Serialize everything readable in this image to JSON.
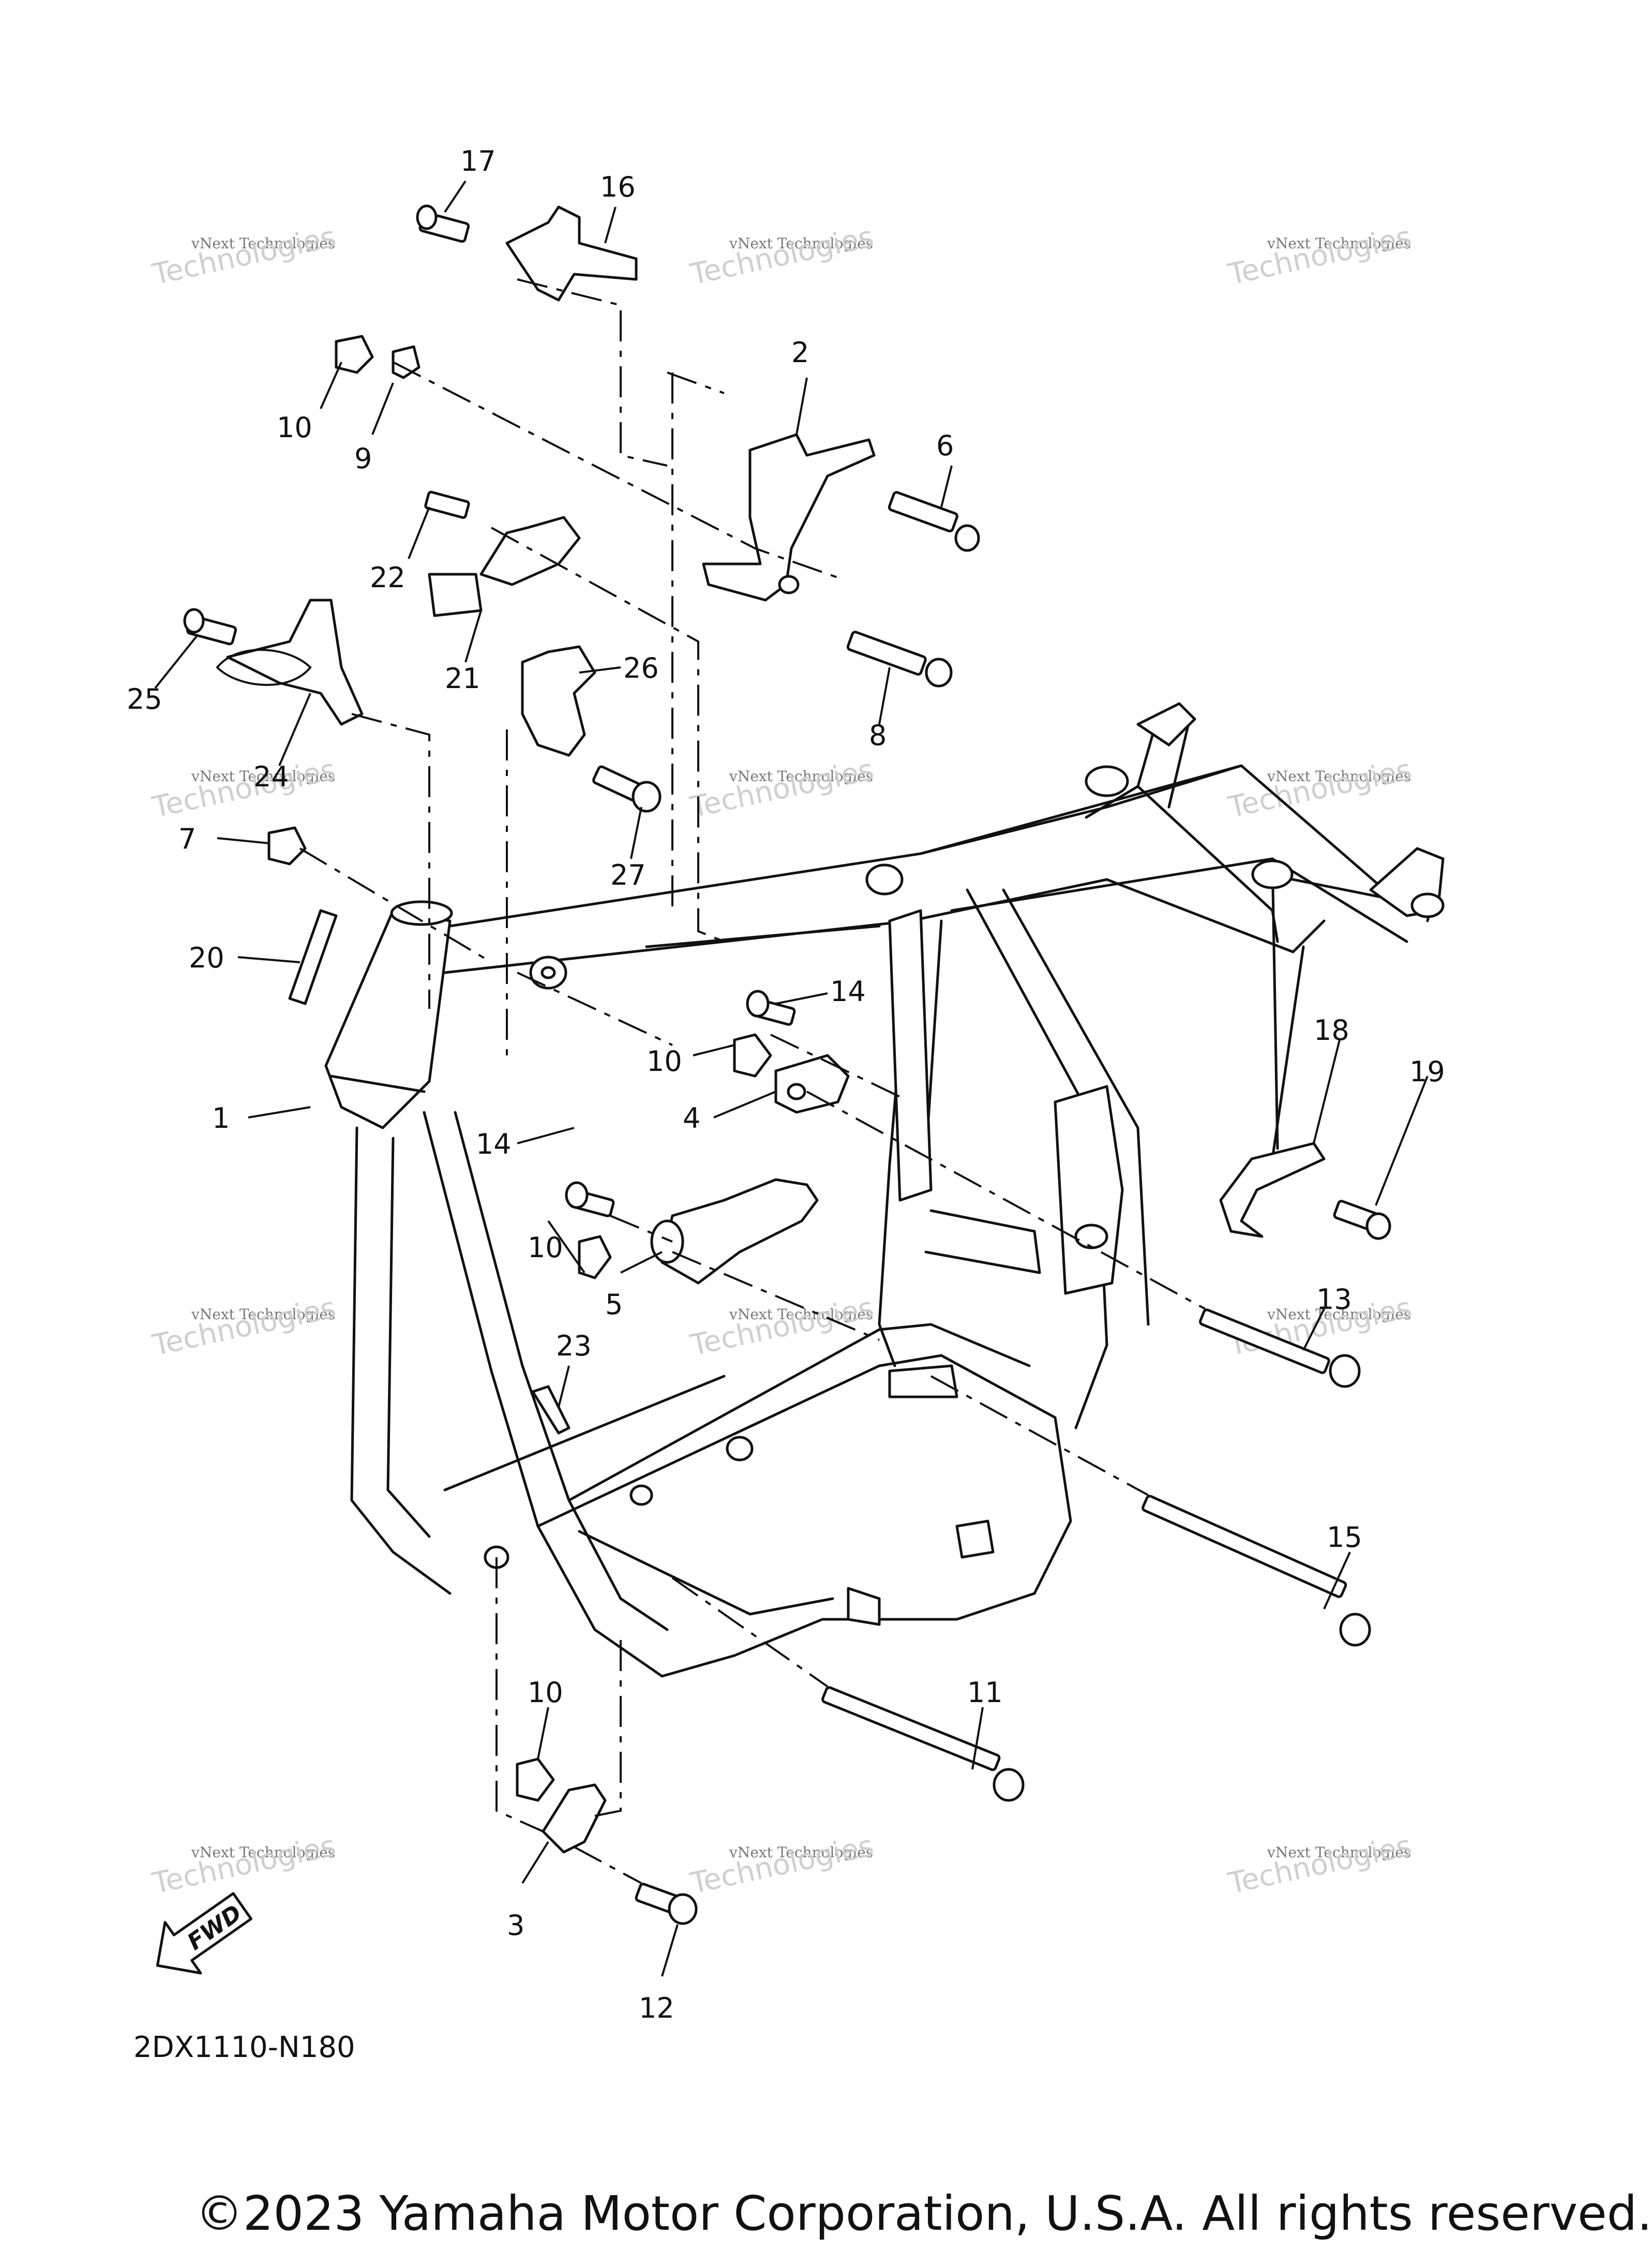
{
  "diagram": {
    "code": "2DX1110-N180",
    "copyright": "©2023 Yamaha Motor Corporation, U.S.A. All rights reserved.",
    "fwd_label": "FWD",
    "watermark": {
      "line1": "vNext Technologies",
      "line2": "vNext",
      "line3": "Technologies"
    },
    "callouts": [
      "17",
      "16",
      "10",
      "9",
      "2",
      "6",
      "22",
      "21",
      "8",
      "25",
      "24",
      "26",
      "7",
      "27",
      "20",
      "14",
      "18",
      "19",
      "10",
      "1",
      "4",
      "14",
      "10",
      "5",
      "13",
      "23",
      "15",
      "10",
      "11",
      "3",
      "12"
    ]
  }
}
